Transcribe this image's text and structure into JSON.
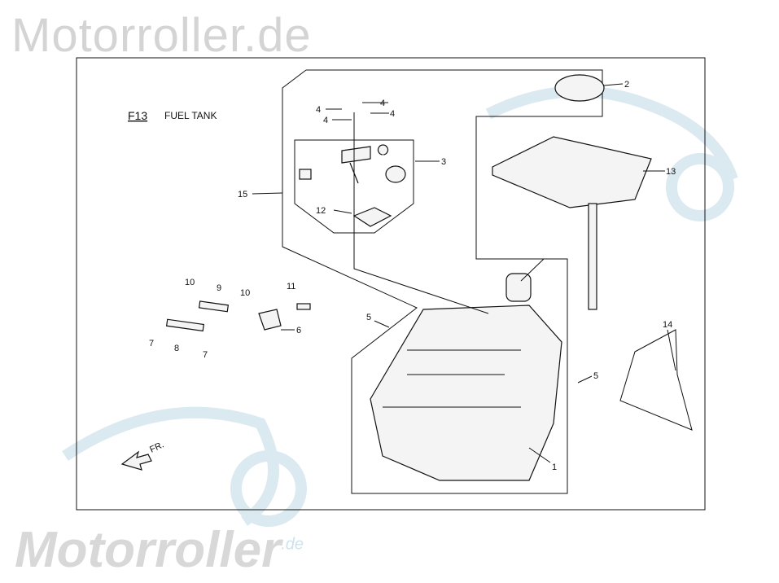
{
  "watermark": {
    "top": "Motorroller.de",
    "bottom": "Motorroller",
    "bottom_suffix": ".de"
  },
  "diagram": {
    "code": "F13",
    "title": "FUEL TANK",
    "direction_label": "FR.",
    "callouts": [
      "1",
      "2",
      "3",
      "4",
      "4",
      "4",
      "4",
      "5",
      "5",
      "6",
      "7",
      "7",
      "8",
      "9",
      "10",
      "10",
      "11",
      "12",
      "13",
      "14",
      "15"
    ]
  }
}
